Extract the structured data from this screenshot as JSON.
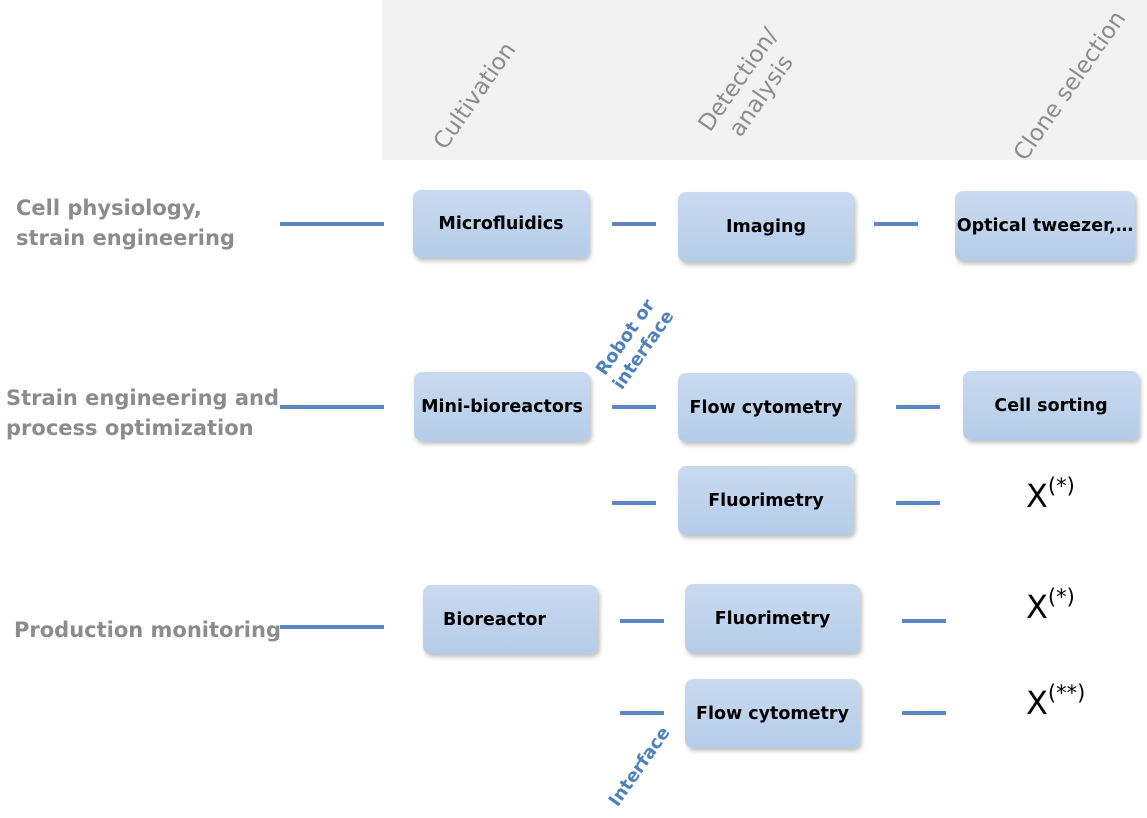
{
  "columns": {
    "cultivation": "Cultivation",
    "detection": "Detection/\nanalysis",
    "clone_selection": "Clone selection"
  },
  "rows": {
    "cell_physiology": "Cell physiology,\nstrain engineering",
    "strain_engineering": "Strain engineering and\nprocess optimization",
    "production_monitoring": "Production monitoring"
  },
  "boxes": {
    "microfluidics": "Microfluidics",
    "imaging": "Imaging",
    "optical_tweezer": "Optical tweezer,…",
    "mini_bioreactors": "Mini-bioreactors",
    "flow_cytometry_1": "Flow cytometry",
    "cell_sorting": "Cell sorting",
    "fluorimetry_1": "Fluorimetry",
    "bioreactor": "Bioreactor",
    "fluorimetry_2": "Fluorimetry",
    "flow_cytometry_2": "Flow cytometry"
  },
  "notes": {
    "robot_or_interface": "Robot or\ninterface",
    "interface": "Interface"
  },
  "marks": {
    "x_base": "X",
    "single_star": "(*)",
    "double_star": "(**)"
  },
  "colors": {
    "box_fill": "#c6d9f1",
    "connector": "#5b87c5",
    "label_gray": "#8c8c8c",
    "note_blue": "#4f81bd",
    "header_band": "#f2f2f2"
  }
}
